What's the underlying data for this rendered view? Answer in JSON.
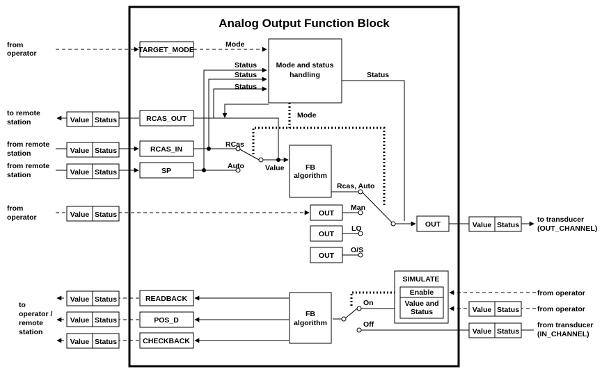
{
  "title": "Analog Output Function Block",
  "external": {
    "from_operator_1": [
      "from",
      "operator"
    ],
    "to_remote_station": [
      "to remote",
      "station"
    ],
    "from_remote_station_1": [
      "from remote",
      "station"
    ],
    "from_remote_station_2": [
      "from remote",
      "station"
    ],
    "from_operator_2": [
      "from",
      "operator"
    ],
    "to_operator_remote": [
      "to",
      "operator /",
      "remote",
      "station"
    ],
    "to_transducer": [
      "to transducer",
      "(OUT_CHANNEL)"
    ],
    "from_operator_enable": "from operator",
    "from_operator_value": "from operator",
    "from_transducer": [
      "from transducer",
      "(IN_CHANNEL)"
    ]
  },
  "blocks": {
    "target_mode": "TARGET_MODE",
    "rcas_out": "RCAS_OUT",
    "rcas_in": "RCAS_IN",
    "sp": "SP",
    "readback": "READBACK",
    "pos_d": "POS_D",
    "checkback": "CHECKBACK",
    "out_man": "OUT",
    "out_lo": "OUT",
    "out_os": "OUT",
    "out_final": "OUT",
    "mode_handling": [
      "Mode and status",
      "handling"
    ],
    "fb_algorithm_top": [
      "FB",
      "algorithm"
    ],
    "fb_algorithm_bottom": [
      "FB",
      "algorithm"
    ],
    "simulate_title": "SIMULATE",
    "simulate_enable": "Enable",
    "simulate_value": [
      "Value and",
      "Status"
    ]
  },
  "value_status": {
    "value": "Value",
    "status": "Status"
  },
  "signals": {
    "mode_top": "Mode",
    "status_1": "Status",
    "status_2": "Status",
    "status_3": "Status",
    "status_out": "Status",
    "mode_down": "Mode",
    "rcas": "RCas",
    "auto": "Auto",
    "value": "Value",
    "rcas_auto": "Rcas, Auto",
    "man": "Man",
    "lo": "LO",
    "os": "O/S",
    "on": "On",
    "off": "Off"
  }
}
